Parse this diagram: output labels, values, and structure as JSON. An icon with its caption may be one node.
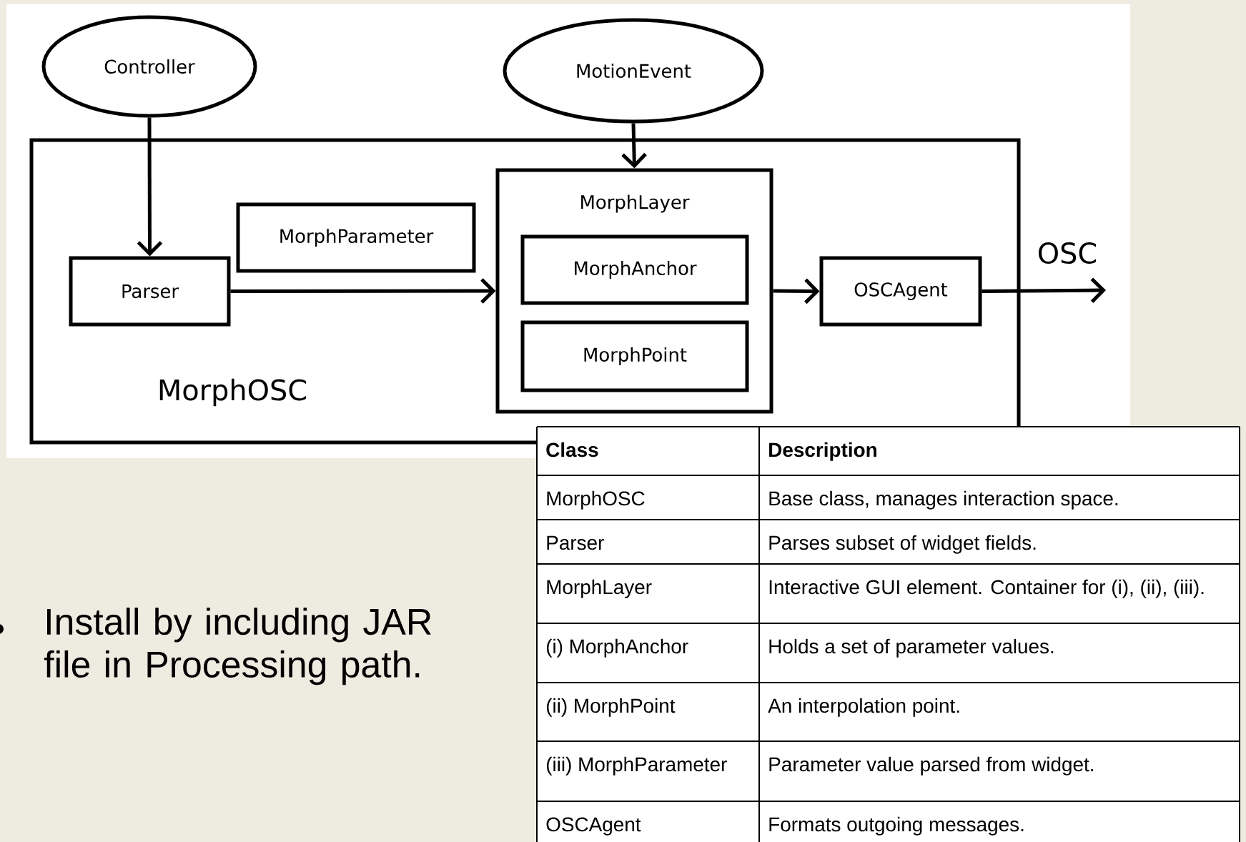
{
  "diagram": {
    "nodes": [
      {
        "text": [
          "Controller"
        ]
      },
      {
        "text": [
          "MotionEvent"
        ]
      },
      {
        "text": [
          "MorphOSC"
        ]
      },
      {
        "text": [
          "Parser"
        ],
        "in": 2
      },
      {
        "text": [
          "MorphParameter"
        ],
        "in": 2
      },
      {
        "text": [
          "MorphLayer"
        ],
        "in": 2
      },
      {
        "text": [
          "MorphAnchor"
        ],
        "in": 5
      },
      {
        "text": [
          "MorphPoint"
        ],
        "in": 5
      },
      {
        "text": [
          "OSCAgent"
        ],
        "in": 2
      }
    ],
    "edges": [
      {
        "from": 0,
        "to": 3,
        "arrow": "to"
      },
      {
        "from": 1,
        "to": 5,
        "arrow": "to"
      },
      {
        "from": 3,
        "to": 5,
        "arrow": "to"
      },
      {
        "from": 5,
        "to": 8,
        "arrow": "to"
      },
      {
        "from": 8,
        "to": null,
        "arrow": "to",
        "label": "OSC"
      }
    ],
    "labels": [
      "Class",
      "Description",
      "MorphOSC",
      "Base class, manages interaction space.",
      "Parser",
      "Parses subset of widget fields.",
      "MorphLayer",
      "Interactive GUI element. Container for (i), (ii), (iii).",
      "(i) MorphAnchor",
      "Holds a set of parameter values.",
      "(ii) MorphPoint",
      "An interpolation point.",
      "(iii) MorphParameter",
      "Parameter value parsed from widget.",
      "OSCAgent",
      "Formats outgoing messages.",
      "Install by including JAR file in Processing path."
    ]
  }
}
